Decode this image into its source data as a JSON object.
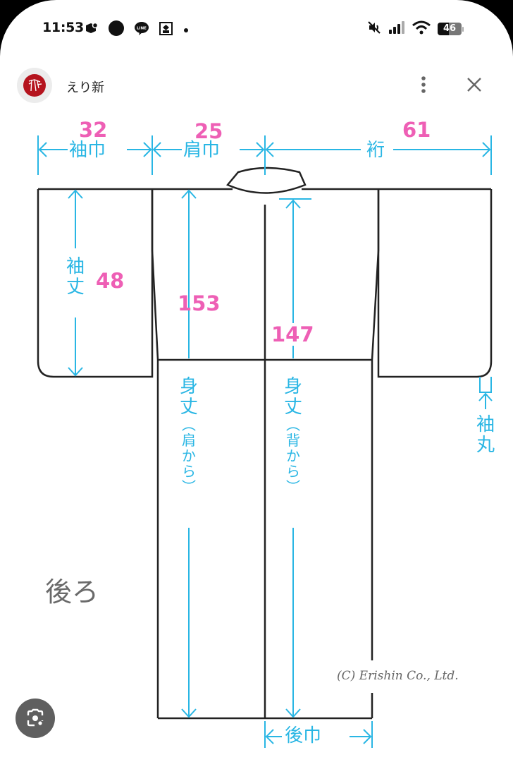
{
  "status_bar": {
    "time": "11:53",
    "left_icons": [
      "app-notification-icon",
      "record-dot-icon",
      "line-app-icon",
      "gallery-app-icon",
      "more-notifications-dot-icon"
    ],
    "right_icons": [
      "mute-icon",
      "signal-icon",
      "wifi-icon",
      "battery-icon"
    ],
    "battery_level": "46"
  },
  "header": {
    "source_name": "えり新",
    "menu_icon": "more-vert-icon",
    "close_icon": "close-icon"
  },
  "diagram": {
    "view_label": "後ろ",
    "copyright": "(C) Erishin Co., Ltd.",
    "line_color": "#222222",
    "dimension_color": "#29b6e4",
    "value_color": "#ee5fb5",
    "labels": {
      "sode_haba": "袖巾",
      "kata_haba": "肩巾",
      "yuki": "裄",
      "sode_take": [
        "袖",
        "丈"
      ],
      "mitake_shoulder": [
        "身",
        "丈",
        "︵",
        "肩",
        "か",
        "ら",
        "︶"
      ],
      "mitake_back": [
        "身",
        "丈",
        "︵",
        "背",
        "か",
        "ら",
        "︶"
      ],
      "sode_maru": [
        "袖",
        "丸"
      ],
      "ushiro_haba": "後巾"
    },
    "values": {
      "sode_haba": "32",
      "kata_haba": "25",
      "yuki": "61",
      "sode_take": "48",
      "mitake_shoulder": "153",
      "mitake_back": "147"
    }
  },
  "lens_button": {
    "icon": "google-lens-icon"
  }
}
